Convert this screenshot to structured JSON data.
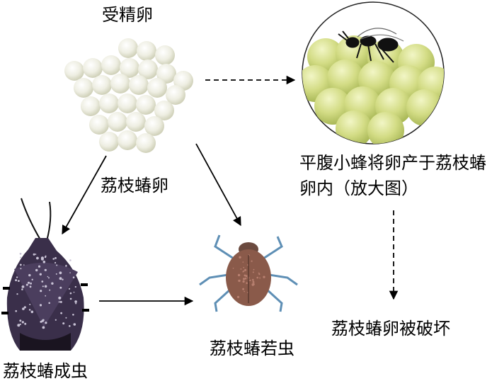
{
  "labels": {
    "fertilized_eggs": "受精卵",
    "stinkbug_eggs": "荔枝蝽卵",
    "wasp_note": "平腹小蜂将卵产于荔枝蝽卵内（放大图）",
    "adult": "荔枝蝽成虫",
    "nymph": "荔枝蝽若虫",
    "destroyed": "荔枝蝽卵被破坏"
  },
  "colors": {
    "egg_fill": "#eeeee2",
    "egg_shadow": "#cfd0b8",
    "zoom_egg_fill": "#d3dc85",
    "zoom_egg_shadow": "#a9b857",
    "adult_body": "#3a2f4a",
    "adult_spots": "#c9c3d6",
    "nymph_body": "#8a5a4a",
    "nymph_legs": "#5e8fb5",
    "arrow": "#000000"
  }
}
